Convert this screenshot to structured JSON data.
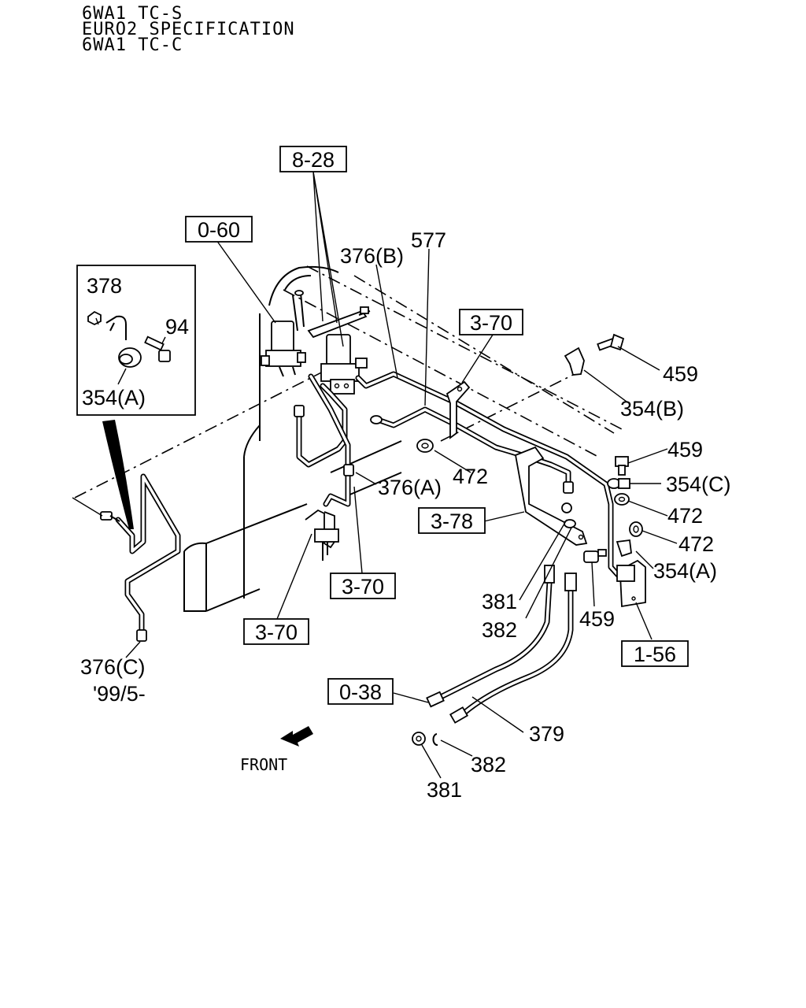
{
  "header": {
    "line1": "6WA1 TC-S",
    "line2": "EURO2 SPECIFICATION",
    "line3": "6WA1 TC-C"
  },
  "refs": {
    "r_8_28": "8-28",
    "r_0_60": "0-60",
    "r_3_70_top": "3-70",
    "r_3_78": "3-78",
    "r_3_70_mid": "3-70",
    "r_3_70_bottom": "3-70",
    "r_1_56": "1-56",
    "r_0_38": "0-38"
  },
  "labels": {
    "p378": "378",
    "p94": "94",
    "p354a_inset": "354(A)",
    "p376b": "376(B)",
    "p577": "577",
    "p459_top": "459",
    "p354b": "354(B)",
    "p459_mid": "459",
    "p354c": "354(C)",
    "p472_right1": "472",
    "p472_right2": "472",
    "p354a_right": "354(A)",
    "p472_center": "472",
    "p376a": "376(A)",
    "p381_upper": "381",
    "p382_upper": "382",
    "p459_lower": "459",
    "p376c": "376(C)",
    "date_note": "'99/5-",
    "p379": "379",
    "p382_lower": "382",
    "p381_lower": "381",
    "front": "FRONT"
  }
}
